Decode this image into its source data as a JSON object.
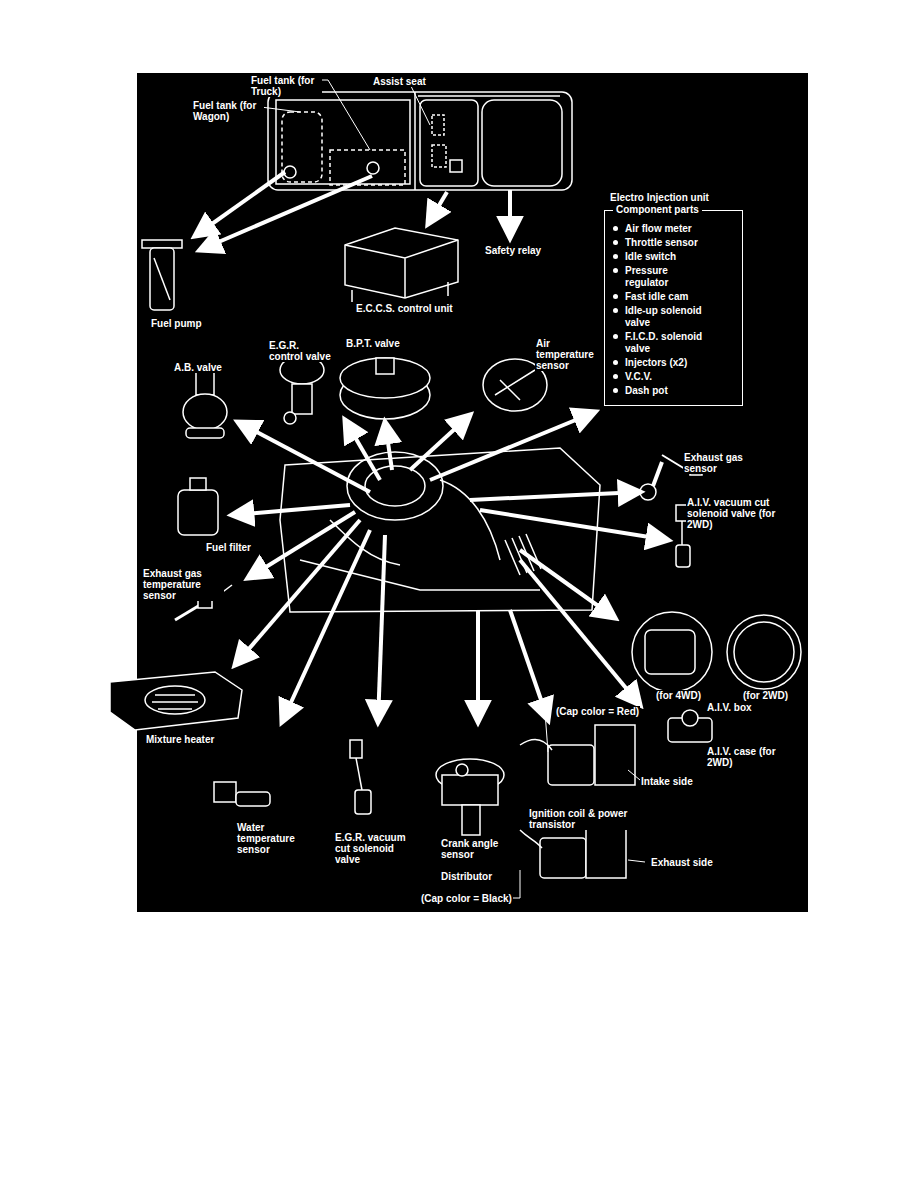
{
  "diagram": {
    "nodes": [
      {
        "text": [
          "Electro Injection unit",
          "Component parts",
          "Air flow meter",
          "Throttle sensor",
          "Idle switch",
          "Pressure regulator",
          "Fast idle cam",
          "Idle-up solenoid valve",
          "F.I.C.D. solenoid valve",
          "Injectors (x2)",
          "V.C.V.",
          "Dash pot"
        ]
      }
    ],
    "labels": [
      "Fuel tank (for Truck)",
      "Assist seat",
      "Fuel tank (for Wagon)",
      "Fuel pump",
      "E.C.C.S. control unit",
      "Safety relay",
      "B.P.T. valve",
      "E.G.R. control valve",
      "Air temperature sensor",
      "A.B. valve",
      "Exhaust gas sensor",
      "A.I.V. vacuum cut solenoid valve (for 2WD)",
      "Fuel filter",
      "Exhaust gas temperature sensor",
      "(for 4WD)",
      "(for 2WD)",
      "A.I.V. box",
      "Mixture heater",
      "(Cap color = Red)",
      "A.I.V. case (for 2WD)",
      "Intake side",
      "Water temperature sensor",
      "Ignition coil & power transistor",
      "E.G.R. vacuum cut solenoid valve",
      "Crank angle sensor",
      "Exhaust side",
      "Distributor",
      "(Cap color = Black)"
    ]
  }
}
